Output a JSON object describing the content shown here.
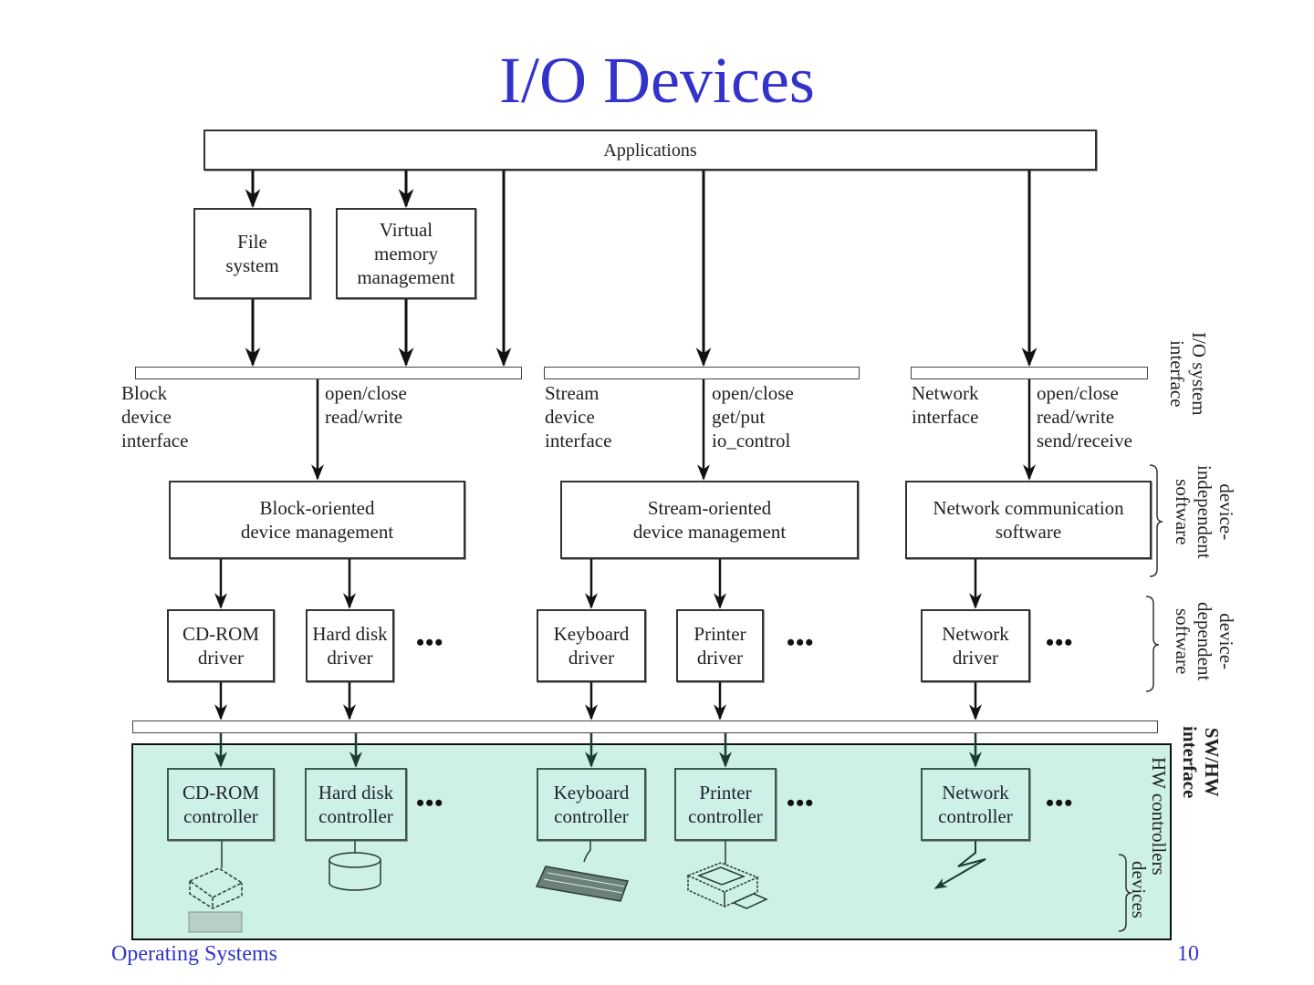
{
  "slide": {
    "title": "I/O Devices",
    "footer_left": "Operating Systems",
    "page_number": "10",
    "title_color": "#3333cc",
    "hw_area_color": "#cdf1e6"
  },
  "diagram": {
    "applications": "Applications",
    "top_modules": {
      "file_system": "File\nsystem",
      "virtual_memory": "Virtual\nmemory\nmanagement"
    },
    "interfaces": {
      "block": {
        "name": "Block\ndevice\ninterface",
        "ops": "open/close\nread/write"
      },
      "stream": {
        "name": "Stream\ndevice\ninterface",
        "ops": "open/close\nget/put\nio_control"
      },
      "network": {
        "name": "Network\ninterface",
        "ops": "open/close\nread/write\nsend/receive"
      }
    },
    "managers": {
      "block": "Block-oriented\ndevice management",
      "stream": "Stream-oriented\ndevice management",
      "network": "Network communication\nsoftware"
    },
    "drivers": [
      "CD-ROM\ndriver",
      "Hard disk\ndriver",
      "Keyboard\ndriver",
      "Printer\ndriver",
      "Network\ndriver"
    ],
    "controllers": [
      "CD-ROM\ncontroller",
      "Hard disk\ncontroller",
      "Keyboard\ncontroller",
      "Printer\ncontroller",
      "Network\ncontroller"
    ],
    "ellipsis": "•••",
    "side_labels": {
      "io_system_interface": "I/O system\ninterface",
      "device_independent": "device-\nindependent\nsoftware",
      "device_dependent": "device-\ndependent\nsoftware",
      "sw_hw_interface": "SW/HW\ninterface",
      "hw_controllers": "HW controllers",
      "devices": "devices"
    },
    "devices": [
      "cd-rom-drive",
      "hard-disk",
      "keyboard",
      "printer",
      "network-link"
    ]
  }
}
